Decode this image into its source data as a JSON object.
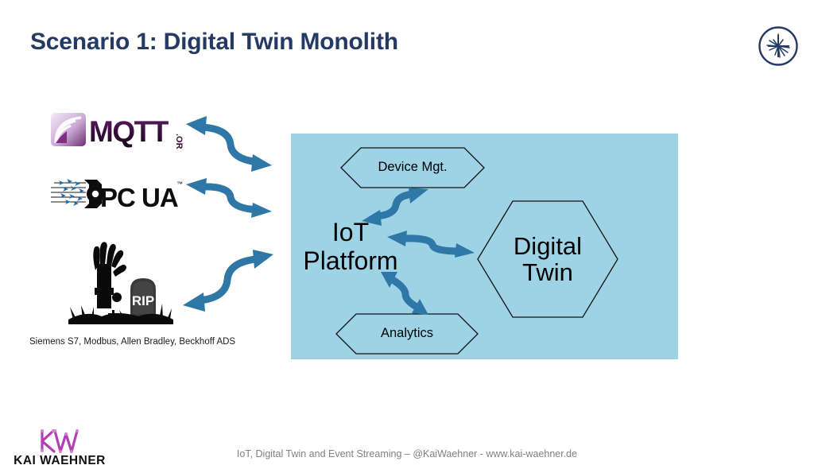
{
  "slide": {
    "title": "Scenario 1: Digital Twin Monolith",
    "footer": "IoT, Digital Twin and Event Streaming – @KaiWaehner - www.kai-waehner.de"
  },
  "brand_mark": {
    "icon": "confluent-starburst-icon",
    "color": "#243964"
  },
  "sources": {
    "items": [
      {
        "name": "mqtt-logo",
        "label": "MQTT",
        "suffix": ".ORG"
      },
      {
        "name": "opcua-logo",
        "label": "OPC UA",
        "trademark": "™"
      },
      {
        "name": "legacy-protocols-graphic",
        "label": "RIP"
      }
    ],
    "caption": "Siemens S7, Modbus, Allen Bradley, Beckhoff ADS"
  },
  "panel": {
    "background": "#9ed3e6",
    "arrow_color": "#2e77a6",
    "center_label": "IoT\nPlatform",
    "nodes": [
      {
        "name": "device-mgt",
        "label": "Device Mgt."
      },
      {
        "name": "analytics",
        "label": "Analytics"
      },
      {
        "name": "digital-twin",
        "label": "Digital\nTwin"
      }
    ]
  },
  "kw_logo": {
    "monogram": "KW",
    "wordmark": "KAI WAEHNER",
    "color": "#b13fb5"
  }
}
